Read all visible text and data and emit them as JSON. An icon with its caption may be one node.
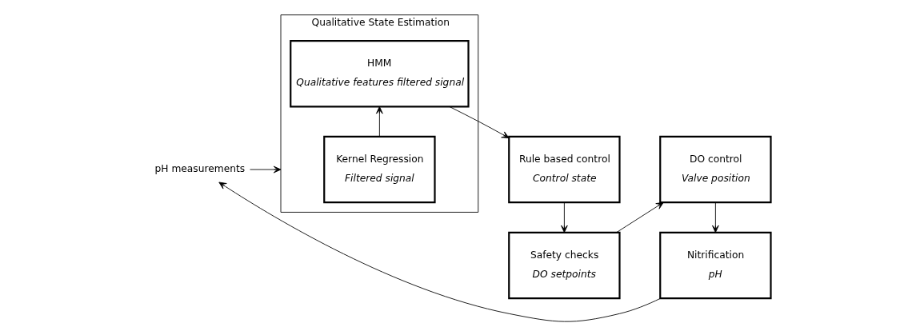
{
  "diagram": {
    "nodes": [
      {
        "text": [
          "pH measurements"
        ]
      },
      {
        "text": [
          "Qualitative State Estimation"
        ]
      },
      {
        "text": [
          "Kernel Regression",
          "Filtered signal"
        ],
        "in": 1
      },
      {
        "text": [
          "HMM",
          "Qualitative features filtered signal"
        ],
        "in": 1
      },
      {
        "text": [
          "Rule based control",
          "Control state"
        ]
      },
      {
        "text": [
          "Safety checks",
          "DO setpoints"
        ]
      },
      {
        "text": [
          "DO control",
          "Valve position"
        ]
      },
      {
        "text": [
          "Nitrification",
          "pH"
        ]
      }
    ],
    "edges": [
      {
        "from": 0,
        "to": 1,
        "arrow": "to"
      },
      {
        "from": 2,
        "to": 3,
        "arrow": "to"
      },
      {
        "from": 3,
        "to": 4,
        "arrow": "to"
      },
      {
        "from": 4,
        "to": 5,
        "arrow": "to"
      },
      {
        "from": 5,
        "to": 6,
        "arrow": "to"
      },
      {
        "from": 6,
        "to": 7,
        "arrow": "to"
      },
      {
        "from": 7,
        "to": 0,
        "arrow": "to"
      }
    ]
  }
}
